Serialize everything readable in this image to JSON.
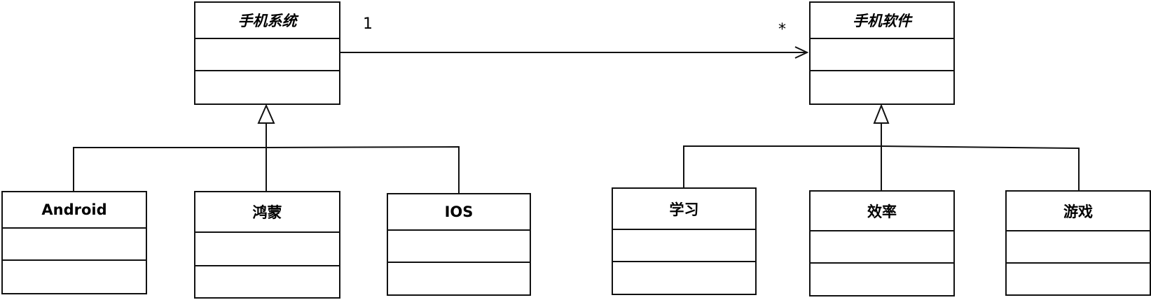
{
  "diagram": {
    "type": "UML class diagram",
    "classes": {
      "phone_system": {
        "name": "手机系统",
        "abstract": true
      },
      "phone_software": {
        "name": "手机软件",
        "abstract": true
      },
      "android": {
        "name": "Android"
      },
      "hongmeng": {
        "name": "鸿蒙"
      },
      "ios": {
        "name": "IOS"
      },
      "study": {
        "name": "学习"
      },
      "efficiency": {
        "name": "效率"
      },
      "game": {
        "name": "游戏"
      }
    },
    "association": {
      "from": "手机系统",
      "to": "手机软件",
      "kind": "aggregation",
      "source_multiplicity": "1",
      "target_multiplicity": "*"
    },
    "generalizations": [
      {
        "parent": "手机系统",
        "children": [
          "Android",
          "鸿蒙",
          "IOS"
        ]
      },
      {
        "parent": "手机软件",
        "children": [
          "学习",
          "效率",
          "游戏"
        ]
      }
    ],
    "colors": {
      "line": "#111111",
      "background": "#ffffff"
    }
  }
}
